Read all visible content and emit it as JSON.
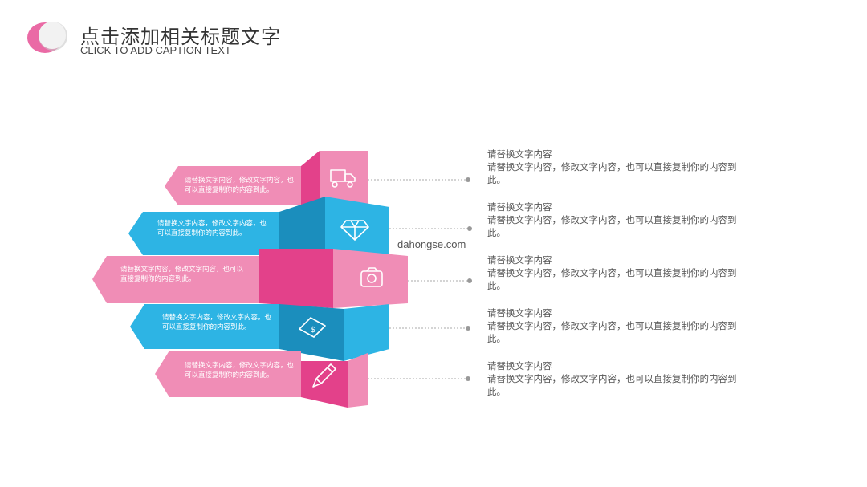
{
  "header": {
    "title": "点击添加相关标题文字",
    "subtitle": "CLICK TO ADD CAPTION TEXT"
  },
  "colors": {
    "pink_light": "#f08db6",
    "pink_dark": "#e3418a",
    "pink_mid": "#ea6aa5",
    "blue_light": "#2db4e4",
    "blue_dark": "#1b8ebd",
    "connector": "#999999"
  },
  "watermark": "dahongse.com",
  "steps": [
    {
      "icon": "truck-icon",
      "arrow_text": "请替换文字内容，修改文字内容，也可以直接复制你的内容到此。",
      "heading": "请替换文字内容",
      "body": "请替换文字内容，修改文字内容，也可以直接复制你的内容到此。"
    },
    {
      "icon": "diamond-icon",
      "arrow_text": "请替换文字内容，修改文字内容，也可以直接复制你的内容到此。",
      "heading": "请替换文字内容",
      "body": "请替换文字内容，修改文字内容，也可以直接复制你的内容到此。"
    },
    {
      "icon": "camera-icon",
      "arrow_text": "请替换文字内容，修改文字内容，也可以直接复制你的内容到此。",
      "heading": "请替换文字内容",
      "body": "请替换文字内容，修改文字内容，也可以直接复制你的内容到此。"
    },
    {
      "icon": "money-icon",
      "arrow_text": "请替换文字内容，修改文字内容，也可以直接复制你的内容到此。",
      "heading": "请替换文字内容",
      "body": "请替换文字内容，修改文字内容，也可以直接复制你的内容到此。"
    },
    {
      "icon": "pencil-icon",
      "arrow_text": "请替换文字内容，修改文字内容，也可以直接复制你的内容到此。",
      "heading": "请替换文字内容",
      "body": "请替换文字内容，修改文字内容，也可以直接复制你的内容到此。"
    }
  ]
}
